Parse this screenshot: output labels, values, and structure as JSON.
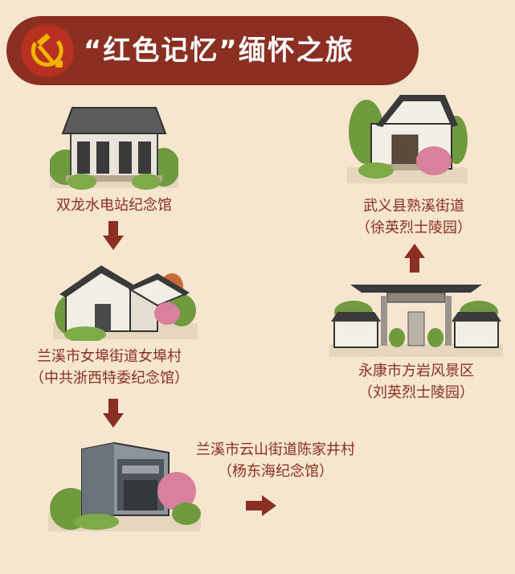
{
  "header": {
    "title": "“红色记忆”缅怀之旅",
    "emblem_icon": "hammer-sickle-icon"
  },
  "route": [
    {
      "name": "双龙水电站纪念馆",
      "sub": ""
    },
    {
      "name": "兰溪市女埠街道女埠村",
      "sub": "（中共浙西特委纪念馆）"
    },
    {
      "name": "兰溪市云山街道陈家井村",
      "sub": "（杨东海纪念馆）"
    },
    {
      "name": "永康市方岩风景区",
      "sub": "（刘英烈士陵园）"
    },
    {
      "name": "武义县熟溪街道",
      "sub": "（徐英烈士陵园）"
    }
  ],
  "colors": {
    "background": "#f7e6cf",
    "accent": "#8a2f22",
    "title_text": "#ffffff"
  },
  "icons": {
    "arrow_down": "arrow-down-icon",
    "arrow_right": "arrow-right-icon",
    "arrow_up": "arrow-up-icon"
  }
}
